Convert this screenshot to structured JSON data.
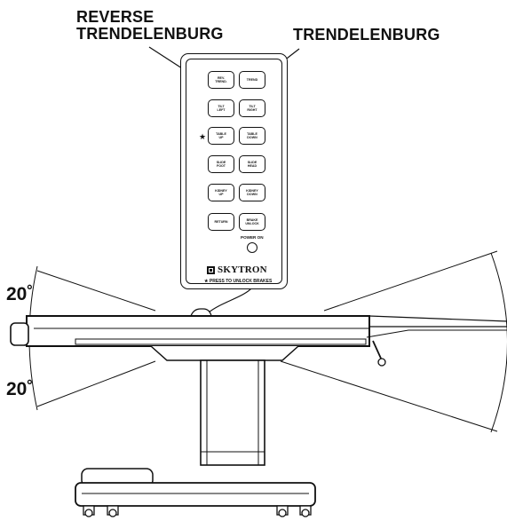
{
  "callouts": {
    "reverse_line1": "REVERSE",
    "reverse_line2": "TRENDELENBURG",
    "trendelenburg": "TRENDELENBURG"
  },
  "angles": {
    "upper": "20˚",
    "lower": "20˚"
  },
  "pendant": {
    "buttons": [
      {
        "label": "REV.\nTREND."
      },
      {
        "label": "TREND"
      },
      {
        "label": "TILT\nLEFT"
      },
      {
        "label": "TILT\nRIGHT"
      },
      {
        "label": "TABLE\nUP"
      },
      {
        "label": "TABLE\nDOWN"
      },
      {
        "label": "SLIDE\nFOOT"
      },
      {
        "label": "SLIDE\nHEAD"
      },
      {
        "label": "KIDNEY\nUP"
      },
      {
        "label": "KIDNEY\nDOWN"
      },
      {
        "label": "RETURN"
      },
      {
        "label": "BRAKE\nUNLOCK"
      }
    ],
    "star_symbol": "★",
    "power_label": "POWER ON",
    "brand": "SKYTRON",
    "note": "★ PRESS TO UNLOCK BRAKES"
  },
  "colors": {
    "ink": "#111111",
    "paper": "#ffffff"
  }
}
